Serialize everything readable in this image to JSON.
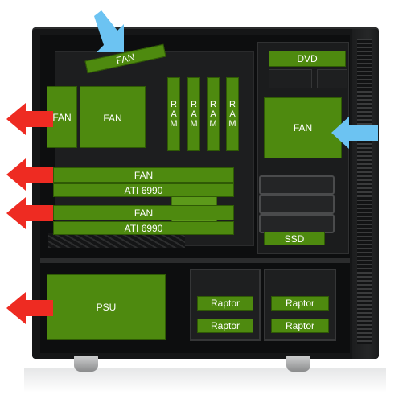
{
  "colors": {
    "component_fill": "#4e8a0f",
    "exhaust_arrow": "#ee2b22",
    "intake_arrow": "#6cc3f2",
    "case": "#151617"
  },
  "labels": {
    "top_fan": "FAN",
    "rear_fan": "FAN",
    "cpu_fan": "FAN",
    "ram": [
      "R\nA\nM",
      "R\nA\nM",
      "R\nA\nM",
      "R\nA\nM"
    ],
    "dvd": "DVD",
    "front_fan": "FAN",
    "gpu1_fan": "FAN",
    "gpu1": "ATI 6990",
    "gpu2_fan": "FAN",
    "gpu2": "ATI 6990",
    "ssd": "SSD",
    "psu": "PSU",
    "raptors": [
      "Raptor",
      "Raptor",
      "Raptor",
      "Raptor"
    ]
  },
  "airflow": {
    "intake_arrows": [
      "top-fan-intake",
      "front-fan-intake"
    ],
    "exhaust_arrows": [
      "rear-fan-exhaust",
      "gpu1-exhaust",
      "gpu2-exhaust",
      "psu-exhaust"
    ]
  }
}
